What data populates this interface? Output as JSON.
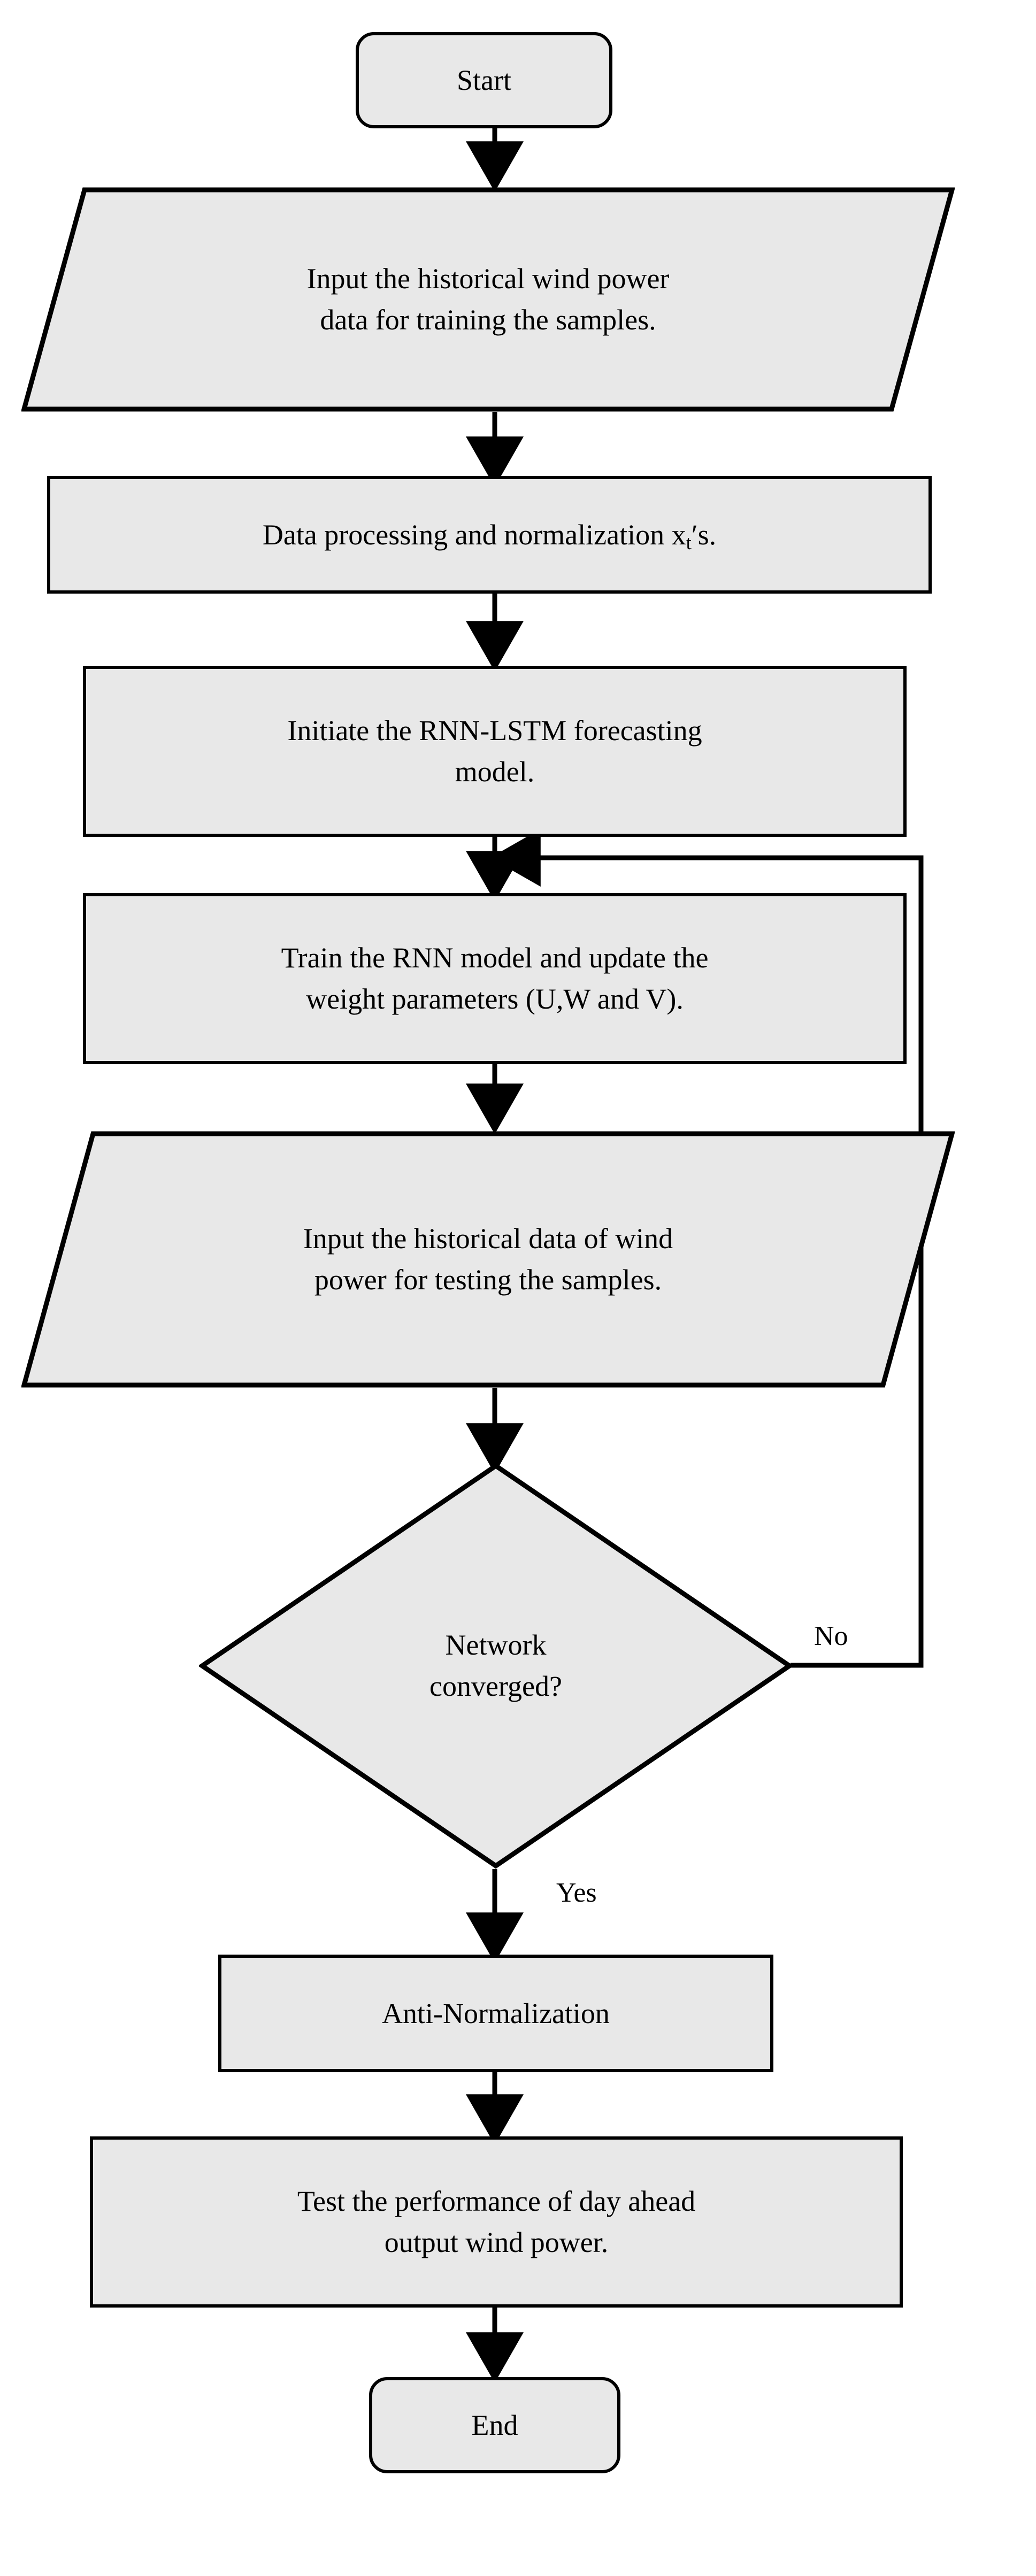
{
  "diagram": {
    "type": "flowchart",
    "title": "RNN-LSTM wind power forecasting flowchart",
    "orientation": "top-to-bottom",
    "colors": {
      "node_fill": "#e8e8e8",
      "node_stroke": "#000000",
      "text": "#000000",
      "background": "#ffffff"
    },
    "nodes": [
      {
        "id": "start",
        "shape": "terminator",
        "label": "Start"
      },
      {
        "id": "input-training",
        "shape": "parallelogram",
        "label": "Input the historical wind power\ndata for training the samples."
      },
      {
        "id": "data-processing",
        "shape": "process",
        "label_prefix": "Data processing and normalization x",
        "label_sub": "t",
        "label_suffix": "′s."
      },
      {
        "id": "initiate-model",
        "shape": "process",
        "label": "Initiate the RNN-LSTM forecasting\nmodel."
      },
      {
        "id": "train-model",
        "shape": "process",
        "label": "Train the RNN model and update the\nweight parameters (U,W and V)."
      },
      {
        "id": "input-testing",
        "shape": "parallelogram",
        "label": "Input the historical data of wind\npower for testing the samples."
      },
      {
        "id": "decision-converged",
        "shape": "diamond",
        "label": "Network\nconverged?"
      },
      {
        "id": "anti-normalization",
        "shape": "process",
        "label": "Anti-Normalization"
      },
      {
        "id": "test-performance",
        "shape": "process",
        "label": "Test the performance of day ahead\noutput wind power."
      },
      {
        "id": "end",
        "shape": "terminator",
        "label": "End"
      }
    ],
    "edges": [
      {
        "from": "start",
        "to": "input-training",
        "label": ""
      },
      {
        "from": "input-training",
        "to": "data-processing",
        "label": ""
      },
      {
        "from": "data-processing",
        "to": "initiate-model",
        "label": ""
      },
      {
        "from": "initiate-model",
        "to": "train-model",
        "label": ""
      },
      {
        "from": "train-model",
        "to": "input-testing",
        "label": ""
      },
      {
        "from": "input-testing",
        "to": "decision-converged",
        "label": ""
      },
      {
        "from": "decision-converged",
        "to": "train-model",
        "label": "No"
      },
      {
        "from": "decision-converged",
        "to": "anti-normalization",
        "label": "Yes"
      },
      {
        "from": "anti-normalization",
        "to": "test-performance",
        "label": ""
      },
      {
        "from": "test-performance",
        "to": "end",
        "label": ""
      }
    ],
    "edge_labels": {
      "no": "No",
      "yes": "Yes"
    }
  }
}
